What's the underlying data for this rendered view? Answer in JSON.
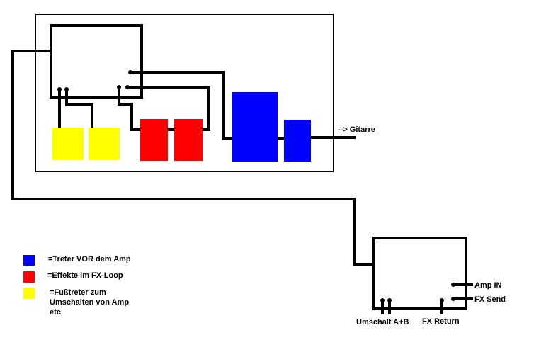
{
  "labels": {
    "guitar": "--> Gitarre",
    "amp_in": "Amp IN",
    "fx_send": "FX Send",
    "umschalt": "Umschalt A+B",
    "fx_return": "FX Return"
  },
  "legend": [
    {
      "color": "#0000ff",
      "lines": [
        "=Treter VOR dem Amp"
      ]
    },
    {
      "color": "#ff0000",
      "lines": [
        "=Effekte im FX-Loop"
      ]
    },
    {
      "color": "#ffff00",
      "lines": [
        "=Fußtreter zum",
        "Umschalten von Amp",
        "etc"
      ]
    }
  ],
  "colors": {
    "pre_amp": "#0000ff",
    "fx_loop": "#ff0000",
    "switcher": "#ffff00"
  }
}
